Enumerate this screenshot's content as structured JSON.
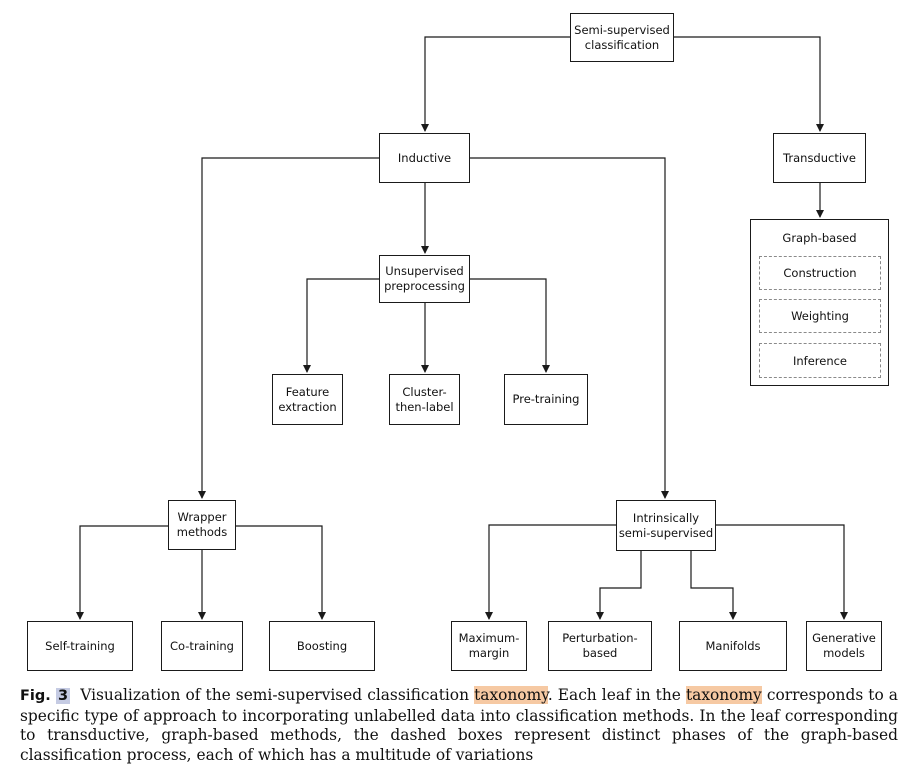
{
  "diagram": {
    "root": "Semi-supervised\nclassification",
    "inductive": "Inductive",
    "transductive": "Transductive",
    "unsupervised_preprocessing": "Unsupervised\npreprocessing",
    "feature_extraction": "Feature\nextraction",
    "cluster_then_label": "Cluster-\nthen-label",
    "pre_training": "Pre-training",
    "wrapper_methods": "Wrapper\nmethods",
    "self_training": "Self-training",
    "co_training": "Co-training",
    "boosting": "Boosting",
    "intrinsically": "Intrinsically\nsemi-supervised",
    "maximum_margin": "Maximum-\nmargin",
    "perturbation_based": "Perturbation-\nbased",
    "manifolds": "Manifolds",
    "generative_models": "Generative\nmodels",
    "graph_based": {
      "title": "Graph-based",
      "phases": [
        "Construction",
        "Weighting",
        "Inference"
      ]
    }
  },
  "caption": {
    "label": "Fig.",
    "number": "3",
    "part1": "Visualization of the semi-supervised classification ",
    "hl1": "taxonomy",
    "part2": ". Each leaf in the ",
    "hl2": "taxonomy",
    "part3": " corresponds to a specific type of approach to incorporating unlabelled data into classification methods. In the leaf corresponding to transductive, graph-based methods, the dashed boxes represent distinct phases of the graph-based classification process, each of which has a multitude of variations"
  }
}
